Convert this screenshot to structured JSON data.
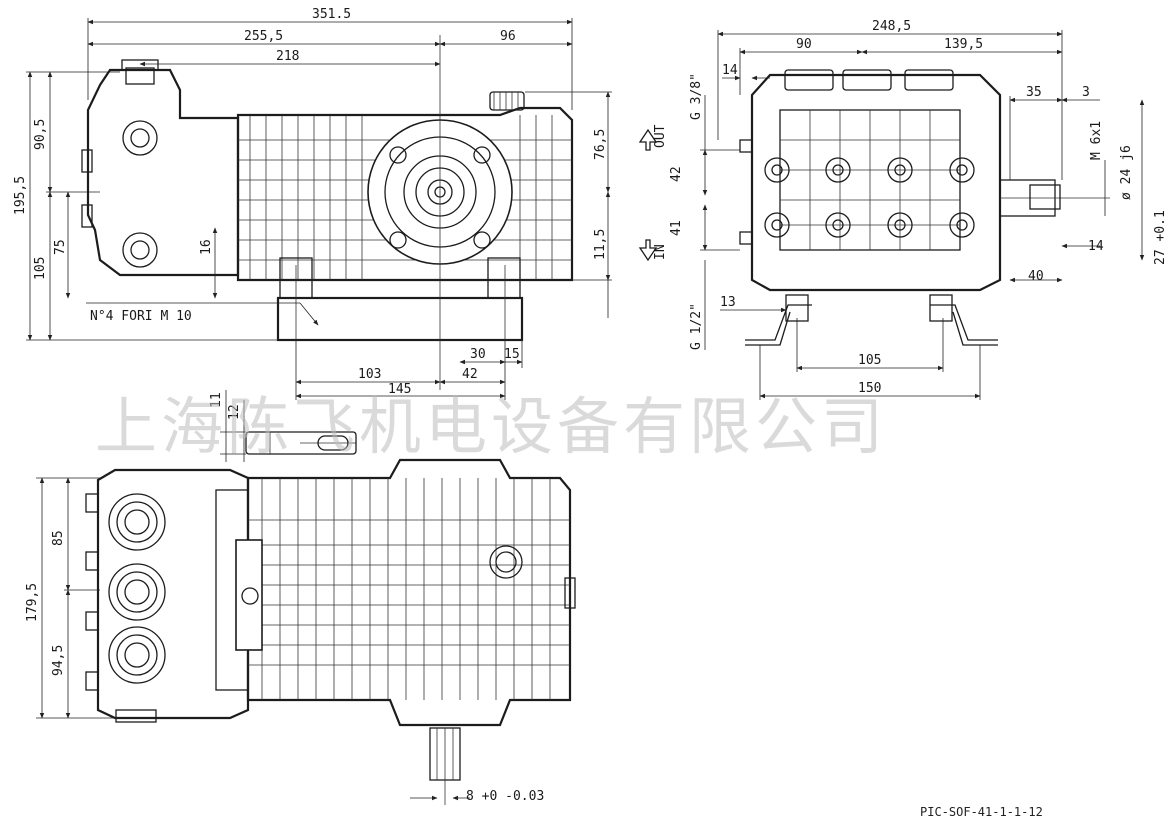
{
  "watermark": "上海陈飞机电设备有限公司",
  "footer_code": "PIC-SOF-41-1-1-12",
  "front_view": {
    "dims_top": [
      "351.5",
      "255,5",
      "218",
      "96"
    ],
    "dims_left": [
      "195,5",
      "90,5",
      "105",
      "75",
      "16"
    ],
    "dims_right": [
      "76,5",
      "11,5"
    ],
    "dims_bottom": [
      "103",
      "145",
      "42",
      "30",
      "15"
    ],
    "holes_note": "N°4 FORI M 10"
  },
  "side_view": {
    "dims_top": [
      "248,5",
      "90",
      "139,5",
      "14"
    ],
    "dims_left": [
      "G 3/8\"",
      "42",
      "41",
      "13",
      "G 1/2\""
    ],
    "dims_right": [
      "35",
      "3",
      "M 6x1",
      "ø 24 j6",
      "27 +0.1",
      "14",
      "40"
    ],
    "dims_bottom": [
      "105",
      "150"
    ],
    "arrows": [
      "OUT",
      "IN"
    ]
  },
  "top_view": {
    "dims_left": [
      "179,5",
      "85",
      "94,5",
      "11",
      "12"
    ],
    "dims_bottom": [
      "8 +0 -0.03"
    ]
  }
}
